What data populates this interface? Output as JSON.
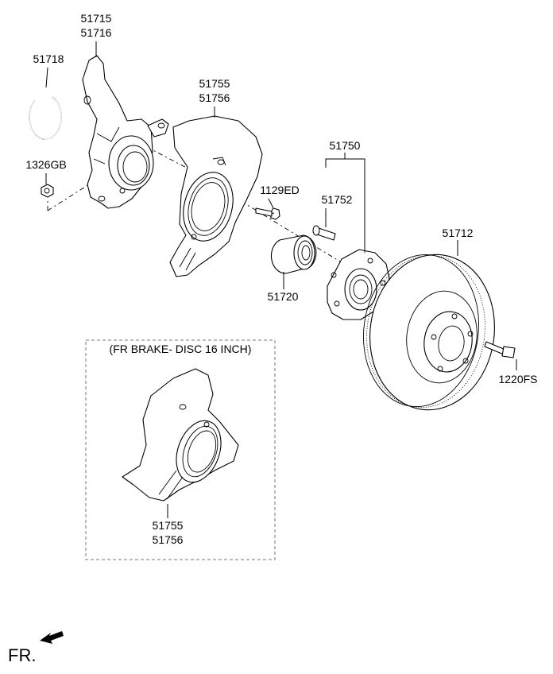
{
  "parts": {
    "knuckle": [
      "51715",
      "51716"
    ],
    "snap_ring": "51718",
    "nut": "1326GB",
    "dust_cover": [
      "51755",
      "51756"
    ],
    "bolt": "1129ED",
    "bearing": "51720",
    "hub_assembly": "51750",
    "hub_bolt": "51752",
    "brake_disc": "51712",
    "screw": "1220FS",
    "alt_dust_cover": [
      "51755",
      "51756"
    ]
  },
  "variant_box": {
    "title": "(FR BRAKE- DISC 16 INCH)"
  },
  "direction": {
    "label": "FR."
  }
}
